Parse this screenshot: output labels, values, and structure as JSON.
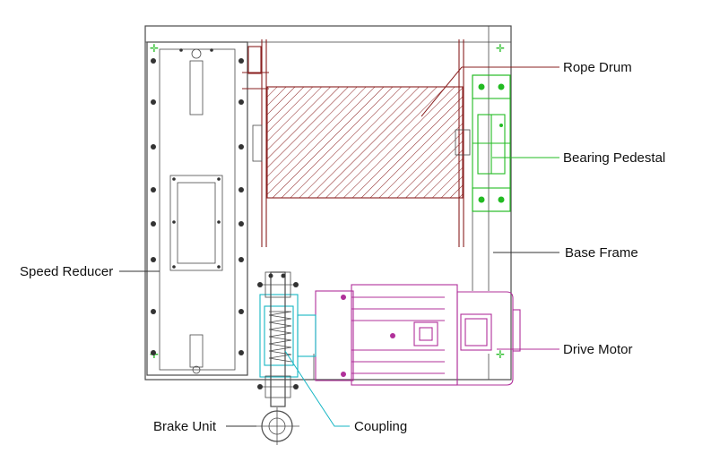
{
  "labels": {
    "rope_drum": "Rope Drum",
    "bearing_pedestal": "Bearing Pedestal",
    "base_frame": "Base Frame",
    "speed_reducer": "Speed Reducer",
    "drive_motor": "Drive Motor",
    "brake_unit": "Brake Unit",
    "coupling": "Coupling"
  },
  "colors": {
    "frame": "#4a4a4a",
    "drum_hatch": "#8a2020",
    "bearing_pedestal": "#22bb22",
    "drive_motor": "#b0309a",
    "coupling": "#16b6c4",
    "leader_rope_drum": "#8a2020",
    "leader_bearing": "#22bb22",
    "leader_base_frame": "#333333",
    "leader_speed_reducer": "#333333",
    "leader_drive_motor": "#b0309a",
    "leader_brake_unit": "#333333",
    "leader_coupling": "#16b6c4"
  }
}
